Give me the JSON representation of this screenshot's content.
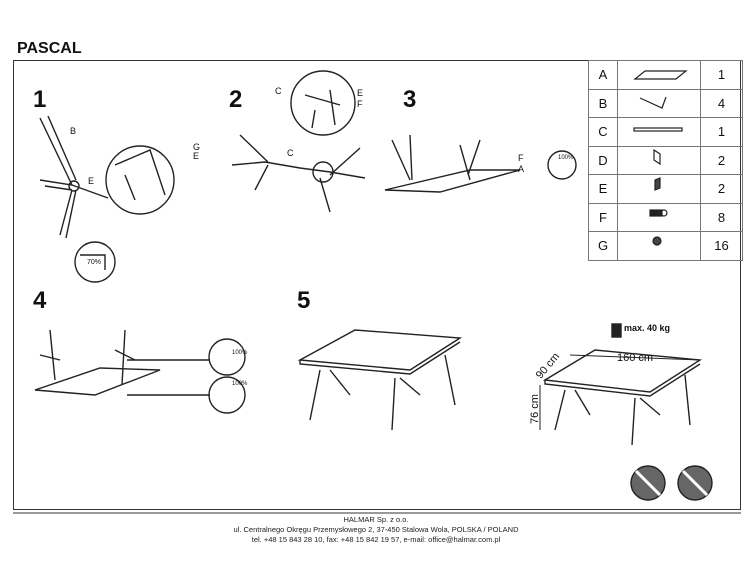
{
  "title": "PASCAL",
  "steps": [
    "1",
    "2",
    "3",
    "4",
    "5"
  ],
  "parts": [
    {
      "letter": "A",
      "icon": "table-top-icon",
      "qty": "1"
    },
    {
      "letter": "B",
      "icon": "leg-icon",
      "qty": "4"
    },
    {
      "letter": "C",
      "icon": "bar-icon",
      "qty": "1"
    },
    {
      "letter": "D",
      "icon": "bracket-icon",
      "qty": "2"
    },
    {
      "letter": "E",
      "icon": "connector-icon",
      "qty": "2"
    },
    {
      "letter": "F",
      "icon": "bolt-icon",
      "qty": "8"
    },
    {
      "letter": "G",
      "icon": "screw-icon",
      "qty": "16"
    }
  ],
  "labels": {
    "s1_b": "B",
    "s1_e": "E",
    "s1_g": "G",
    "s1_e2": "E",
    "s1_pct": "70%",
    "s2_c": "C",
    "s2_c2": "C",
    "s2_e": "E",
    "s2_f": "F",
    "s3_f": "F",
    "s3_a": "A",
    "s3_pct": "100%",
    "s4_pct1": "100%",
    "s4_pct2": "100%",
    "max_load": "max. 40 kg",
    "length": "160 cm",
    "width": "90 cm",
    "height": "76 cm"
  },
  "footer": {
    "company": "HALMAR Sp. z o.o.",
    "address": "ul. Centralnego Okręgu Przemysłowego 2, 37-450 Stalowa Wola, POLSKA / POLAND",
    "contact": "tel. +48 15 843 28 10, fax: +48 15 842 19 57, e-mail: office@halmar.com.pl"
  }
}
